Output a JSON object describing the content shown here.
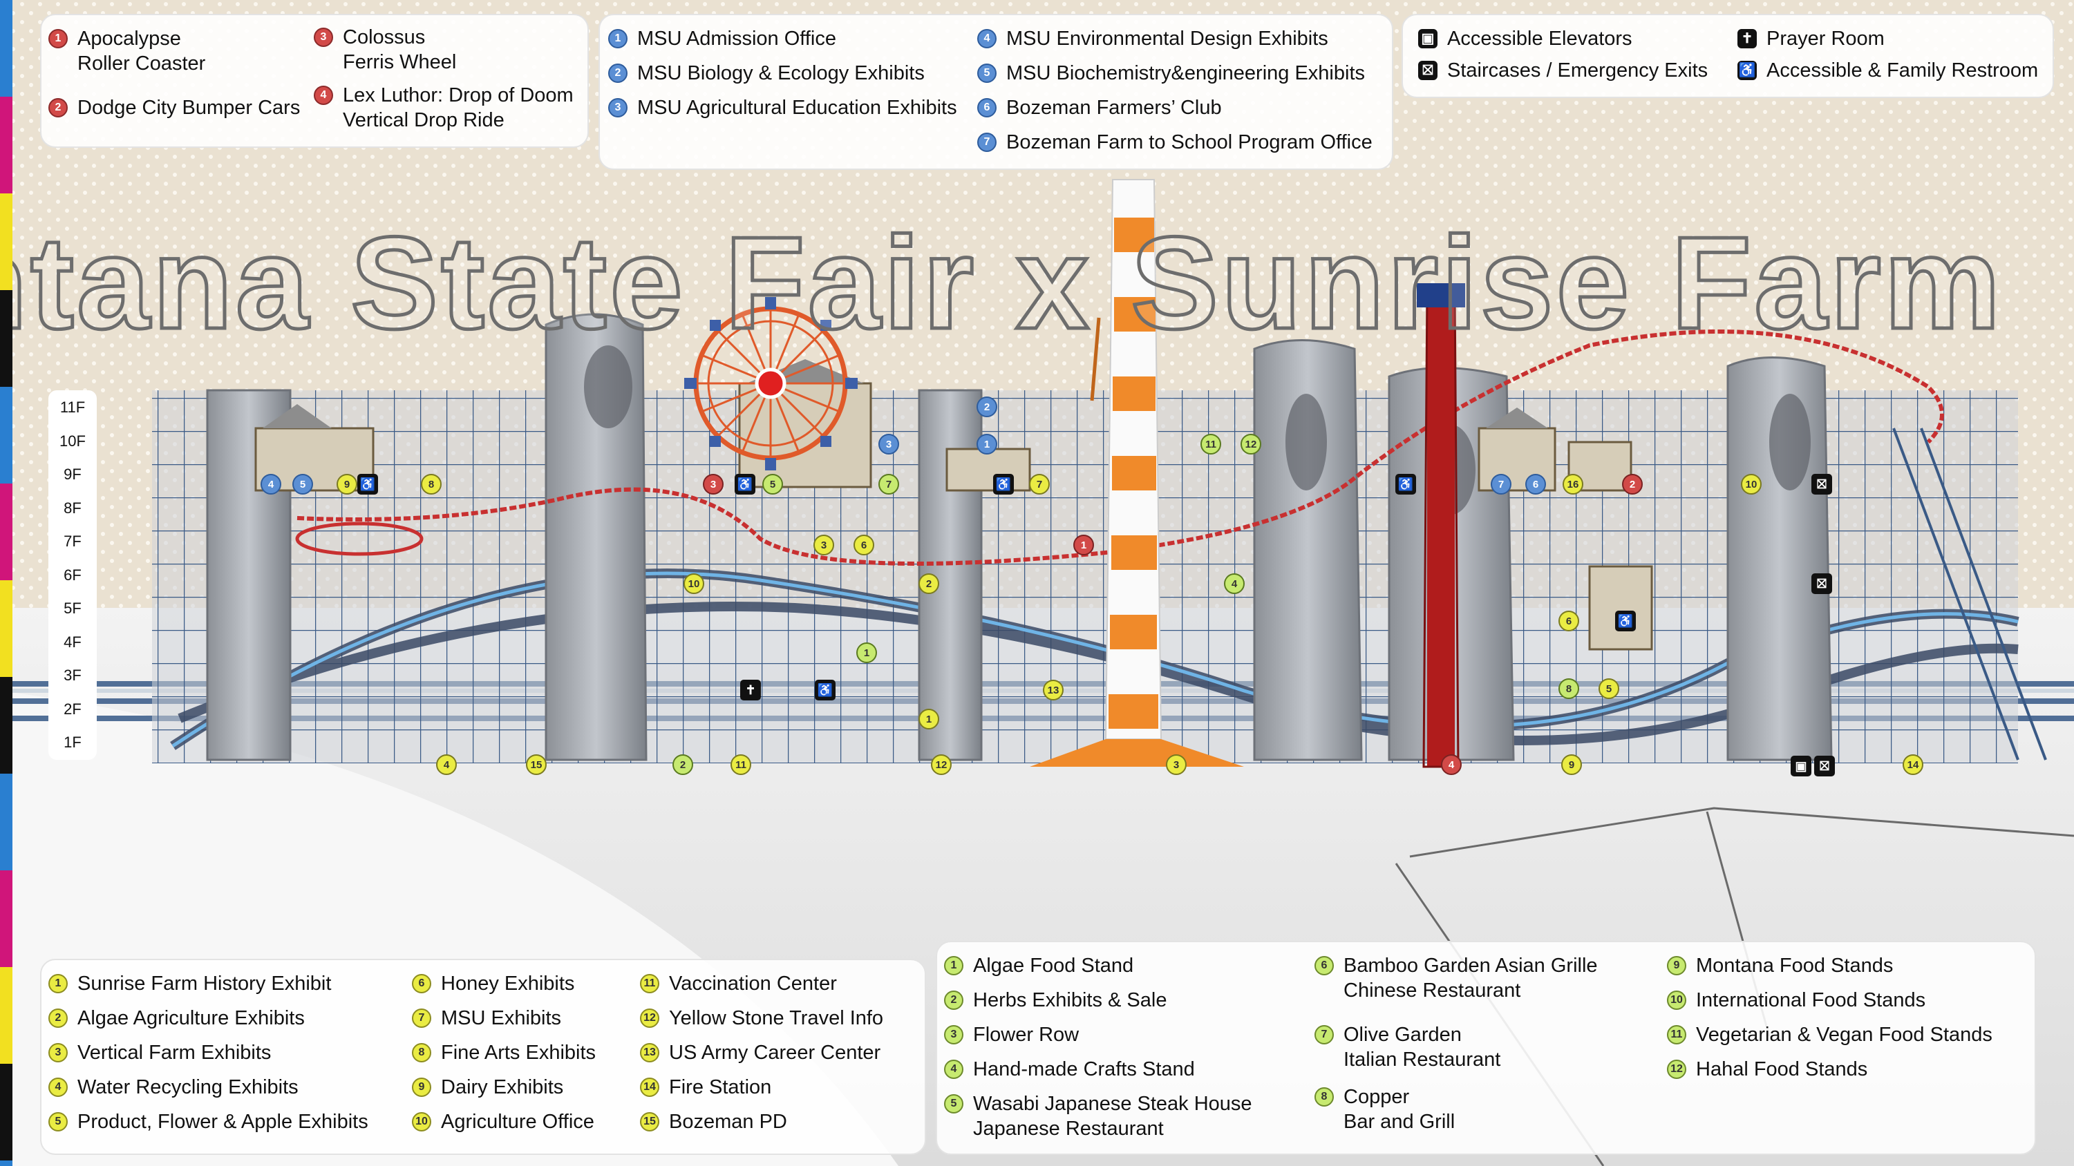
{
  "title": "Montana State Fair x Sunrise Farm",
  "colors": {
    "rides": "#d24a48",
    "msu": "#5b8fd4",
    "exhibits": "#eaec43",
    "food": "#c7ea70",
    "orange": "#f08a2a",
    "sidebar": [
      "#2a7fd0",
      "#d0157a",
      "#f2e020",
      "#111111"
    ]
  },
  "legend_rides": [
    {
      "num": "1",
      "line1": "Apocalypse",
      "line2": "Roller Coaster"
    },
    {
      "num": "2",
      "line1": "Dodge City Bumper Cars",
      "line2": ""
    },
    {
      "num": "3",
      "line1": "Colossus",
      "line2": "Ferris Wheel"
    },
    {
      "num": "4",
      "line1": "Lex Luthor: Drop of Doom",
      "line2": "Vertical Drop Ride"
    }
  ],
  "legend_msu": [
    {
      "num": "1",
      "label": "MSU Admission Office"
    },
    {
      "num": "2",
      "label": "MSU Biology & Ecology Exhibits"
    },
    {
      "num": "3",
      "label": "MSU Agricultural Education Exhibits"
    },
    {
      "num": "4",
      "label": "MSU Environmental Design Exhibits"
    },
    {
      "num": "5",
      "label": "MSU Biochemistry&engineering Exhibits"
    },
    {
      "num": "6",
      "label": "Bozeman Farmers’ Club"
    },
    {
      "num": "7",
      "label": "Bozeman Farm to School Program Office"
    }
  ],
  "legend_facilities": [
    {
      "icon": "elevator-icon",
      "glyph": "▣",
      "label": "Accessible Elevators"
    },
    {
      "icon": "emergency-exit-icon",
      "glyph": "⛝",
      "label": "Staircases / Emergency Exits"
    },
    {
      "icon": "prayer-room-icon",
      "glyph": "✝",
      "label": "Prayer Room"
    },
    {
      "icon": "restroom-icon",
      "glyph": "♿",
      "label": "Accessible & Family Restroom"
    }
  ],
  "legend_exhibits": [
    {
      "num": "1",
      "label": "Sunrise Farm History Exhibit"
    },
    {
      "num": "2",
      "label": "Algae Agriculture Exhibits"
    },
    {
      "num": "3",
      "label": "Vertical Farm Exhibits"
    },
    {
      "num": "4",
      "label": "Water Recycling Exhibits"
    },
    {
      "num": "5",
      "label": "Product, Flower & Apple Exhibits"
    },
    {
      "num": "6",
      "label": "Honey Exhibits"
    },
    {
      "num": "7",
      "label": "MSU Exhibits"
    },
    {
      "num": "8",
      "label": "Fine Arts Exhibits"
    },
    {
      "num": "9",
      "label": "Dairy Exhibits"
    },
    {
      "num": "10",
      "label": "Agriculture Office"
    },
    {
      "num": "11",
      "label": "Vaccination Center"
    },
    {
      "num": "12",
      "label": "Yellow Stone Travel Info"
    },
    {
      "num": "13",
      "label": "US Army Career Center"
    },
    {
      "num": "14",
      "label": "Fire Station"
    },
    {
      "num": "15",
      "label": "Bozeman PD"
    }
  ],
  "legend_food": [
    {
      "num": "1",
      "line1": "Algae Food Stand",
      "line2": ""
    },
    {
      "num": "2",
      "line1": "Herbs Exhibits & Sale",
      "line2": ""
    },
    {
      "num": "3",
      "line1": "Flower Row",
      "line2": ""
    },
    {
      "num": "4",
      "line1": "Hand-made Crafts Stand",
      "line2": ""
    },
    {
      "num": "5",
      "line1": "Wasabi Japanese Steak House",
      "line2": "Japanese Restaurant"
    },
    {
      "num": "6",
      "line1": "Bamboo Garden Asian Grille",
      "line2": "Chinese Restaurant"
    },
    {
      "num": "7",
      "line1": "Olive Garden",
      "line2": "Italian Restaurant"
    },
    {
      "num": "8",
      "line1": "Copper",
      "line2": "Bar and Grill"
    },
    {
      "num": "9",
      "line1": "Montana Food Stands",
      "line2": ""
    },
    {
      "num": "10",
      "line1": "International Food Stands",
      "line2": ""
    },
    {
      "num": "11",
      "line1": "Vegetarian & Vegan Food Stands",
      "line2": ""
    },
    {
      "num": "12",
      "line1": "Hahal Food Stands",
      "line2": ""
    }
  ],
  "floors": [
    "11F",
    "10F",
    "9F",
    "8F",
    "7F",
    "6F",
    "5F",
    "4F",
    "3F",
    "2F",
    "1F"
  ],
  "map_markers": [
    {
      "type": "blue",
      "num": "4"
    },
    {
      "type": "blue",
      "num": "5"
    },
    {
      "type": "yellow",
      "num": "9"
    },
    {
      "type": "icon",
      "num": "♿"
    },
    {
      "type": "yellow",
      "num": "8"
    },
    {
      "type": "red",
      "num": "3"
    },
    {
      "type": "icon",
      "num": "♿"
    },
    {
      "type": "green",
      "num": "5"
    },
    {
      "type": "blue",
      "num": "3"
    },
    {
      "type": "green",
      "num": "7"
    },
    {
      "type": "blue",
      "num": "2"
    },
    {
      "type": "blue",
      "num": "1"
    },
    {
      "type": "icon",
      "num": "♿"
    },
    {
      "type": "yellow",
      "num": "7"
    },
    {
      "type": "green",
      "num": "11"
    },
    {
      "type": "green",
      "num": "12"
    },
    {
      "type": "yellow",
      "num": "3"
    },
    {
      "type": "yellow",
      "num": "6"
    },
    {
      "type": "red",
      "num": "1"
    },
    {
      "type": "yellow",
      "num": "10"
    },
    {
      "type": "yellow",
      "num": "2"
    },
    {
      "type": "green",
      "num": "4"
    },
    {
      "type": "green",
      "num": "1"
    },
    {
      "type": "yellow",
      "num": "13"
    },
    {
      "type": "icon",
      "num": "✝"
    },
    {
      "type": "icon",
      "num": "♿"
    },
    {
      "type": "yellow",
      "num": "1"
    },
    {
      "type": "icon",
      "num": "♿"
    },
    {
      "type": "blue",
      "num": "7"
    },
    {
      "type": "blue",
      "num": "6"
    },
    {
      "type": "yellow",
      "num": "16"
    },
    {
      "type": "red",
      "num": "2"
    },
    {
      "type": "yellow",
      "num": "10"
    },
    {
      "type": "icon",
      "num": "⛝"
    },
    {
      "type": "yellow",
      "num": "6"
    },
    {
      "type": "icon",
      "num": "♿"
    },
    {
      "type": "icon",
      "num": "⛝"
    },
    {
      "type": "green",
      "num": "8"
    },
    {
      "type": "yellow",
      "num": "5"
    },
    {
      "type": "yellow",
      "num": "4"
    },
    {
      "type": "yellow",
      "num": "15"
    },
    {
      "type": "green",
      "num": "2"
    },
    {
      "type": "yellow",
      "num": "11"
    },
    {
      "type": "yellow",
      "num": "12"
    },
    {
      "type": "yellow",
      "num": "3"
    },
    {
      "type": "red",
      "num": "4"
    },
    {
      "type": "yellow",
      "num": "9"
    },
    {
      "type": "icon",
      "num": "▣"
    },
    {
      "type": "icon",
      "num": "⛝"
    },
    {
      "type": "yellow",
      "num": "14"
    }
  ]
}
